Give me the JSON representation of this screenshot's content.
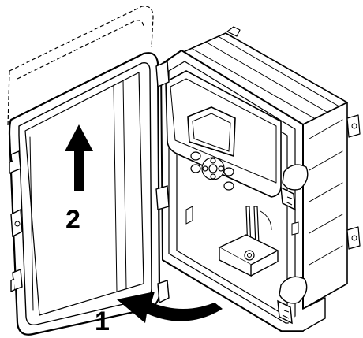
{
  "figure": {
    "steps": [
      {
        "number": "1",
        "action": "rotate-door-open"
      },
      {
        "number": "2",
        "action": "lift-door-up"
      }
    ],
    "icons": [
      "curved-arrow-icon",
      "up-arrow-icon"
    ],
    "colors": {
      "line": "#000000",
      "fill": "#ffffff",
      "dash": "#000000"
    }
  }
}
